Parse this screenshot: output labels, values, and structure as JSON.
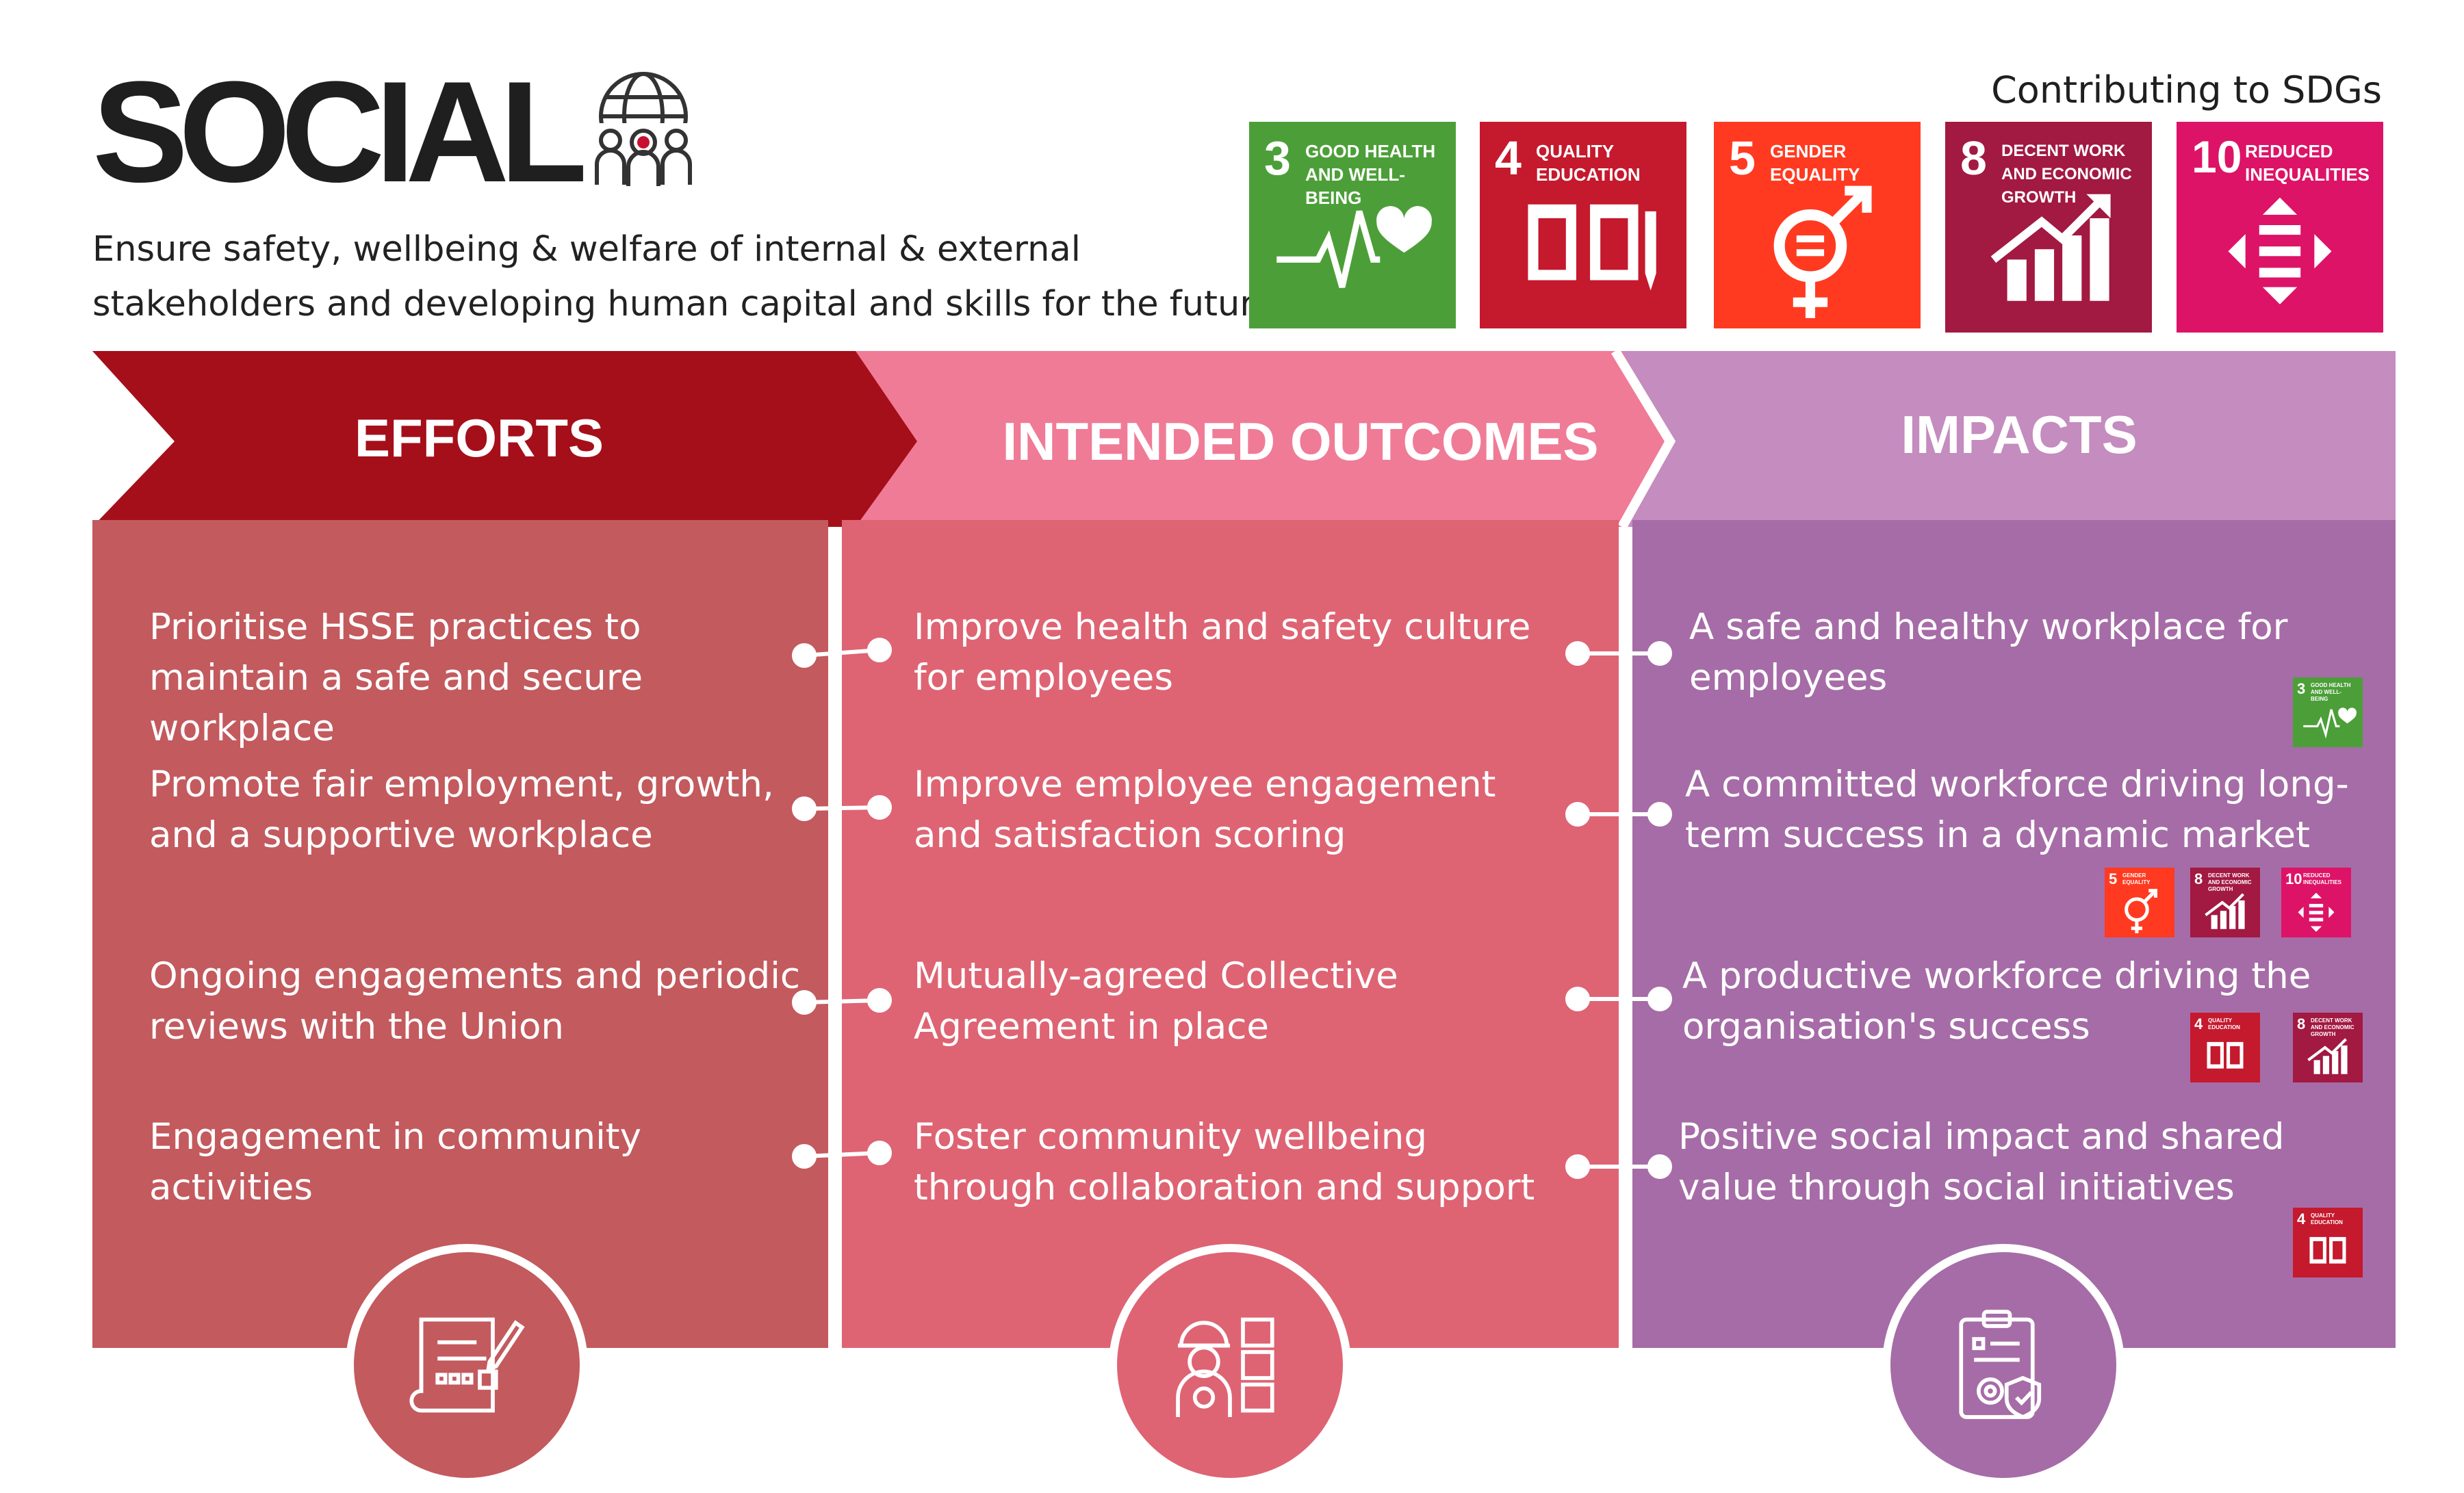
{
  "header": {
    "title": "SOCIAL",
    "subtitle": "Ensure safety, wellbeing & welfare of internal & external stakeholders and developing human capital and skills for the future",
    "sdg_heading": "Contributing to SDGs"
  },
  "sdgs": [
    {
      "number": "3",
      "label": "Good Health and Well-Being",
      "color": "#4C9F38",
      "icon": "heartbeat-icon"
    },
    {
      "number": "4",
      "label": "Quality Education",
      "color": "#C5192D",
      "icon": "book-icon"
    },
    {
      "number": "5",
      "label": "Gender Equality",
      "color": "#FF3A21",
      "icon": "gender-equality-icon"
    },
    {
      "number": "8",
      "label": "Decent Work and Economic Growth",
      "color": "#A21942",
      "icon": "growth-chart-icon"
    },
    {
      "number": "10",
      "label": "Reduced Inequalities",
      "color": "#DD1367",
      "icon": "reduced-inequalities-icon"
    }
  ],
  "columns": {
    "efforts": {
      "heading": "EFFORTS",
      "head_color": "#A50F1A",
      "body_color": "#C35A5E",
      "icon": "blueprint-icon",
      "items": [
        "Prioritise HSSE practices to maintain a safe and secure workplace",
        "Promote fair employment, growth, and a supportive workplace",
        "Ongoing engagements and periodic reviews with the Union",
        "Engagement in community activities"
      ]
    },
    "outcomes": {
      "heading": "INTENDED OUTCOMES",
      "head_color": "#F07B97",
      "body_color": "#DE6473",
      "icon": "worker-boxes-icon",
      "items": [
        "Improve health and safety culture for employees",
        "Improve employee engagement and satisfaction scoring",
        "Mutually-agreed Collective Agreement in place",
        "Foster community wellbeing through collaboration and support"
      ]
    },
    "impacts": {
      "heading": "IMPACTS",
      "head_color": "#C48CBF",
      "body_color": "#A66CA7",
      "icon": "clipboard-gear-icon",
      "items": [
        "A safe and healthy workplace for employees",
        "A committed workforce driving long-term success in a dynamic market",
        "A productive workforce driving the organisation's success",
        "Positive social impact and shared value through social initiatives"
      ],
      "item_sdgs": [
        [
          "3"
        ],
        [
          "5",
          "8",
          "10"
        ],
        [
          "4",
          "8"
        ],
        [
          "4"
        ]
      ]
    }
  }
}
